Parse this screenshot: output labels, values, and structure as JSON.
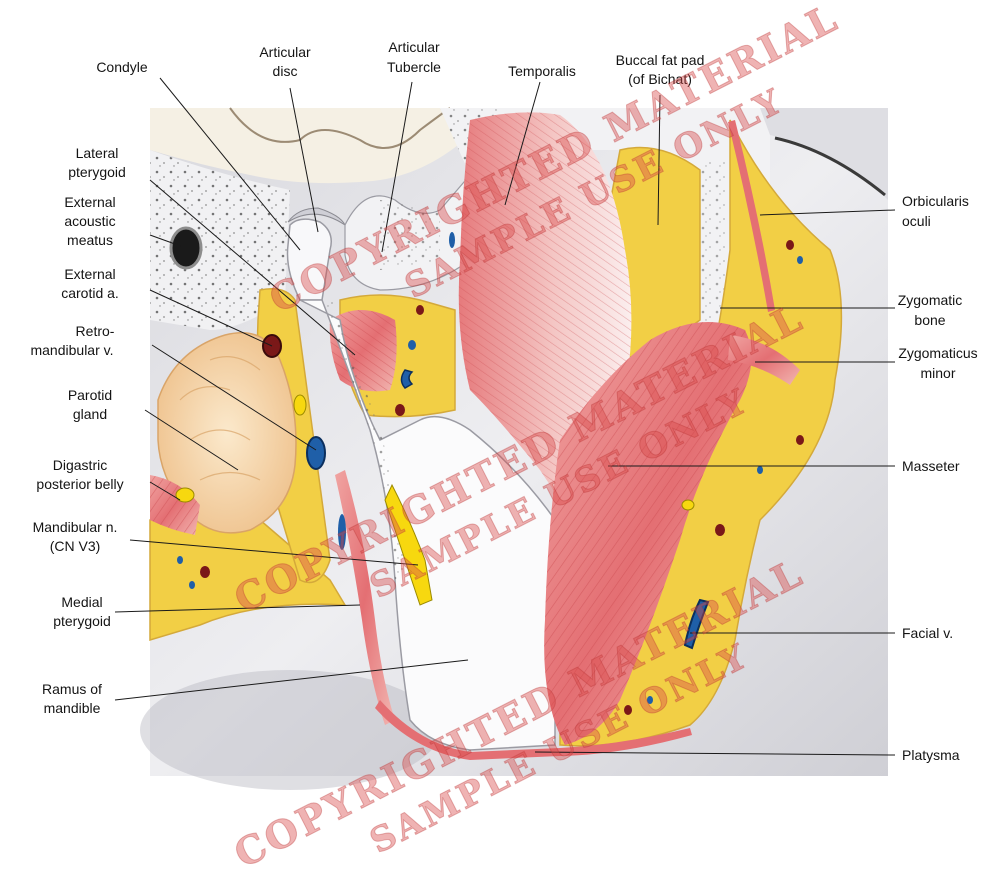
{
  "labels": {
    "condyle": "Condyle",
    "articular_disc_1": "Articular",
    "articular_disc_2": "disc",
    "articular_tubercle_1": "Articular",
    "articular_tubercle_2": "Tubercle",
    "temporalis": "Temporalis",
    "buccal_fat_pad_1": "Buccal fat pad",
    "buccal_fat_pad_2": "(of Bichat)",
    "lateral_pterygoid_1": "Lateral",
    "lateral_pterygoid_2": "pterygoid",
    "external_acoustic_meatus_1": "External",
    "external_acoustic_meatus_2": "acoustic",
    "external_acoustic_meatus_3": "meatus",
    "external_carotid_1": "External",
    "external_carotid_2": "carotid a.",
    "retromandibular_1": "Retro-",
    "retromandibular_2": "mandibular v.",
    "parotid_gland_1": "Parotid",
    "parotid_gland_2": "gland",
    "digastric_1": "Digastric",
    "digastric_2": "posterior belly",
    "mandibular_nerve_1": "Mandibular n.",
    "mandibular_nerve_2": "(CN V3)",
    "medial_pterygoid_1": "Medial",
    "medial_pterygoid_2": "pterygoid",
    "ramus_1": "Ramus of",
    "ramus_2": "mandible",
    "orbicularis_oculi_1": "Orbicularis",
    "orbicularis_oculi_2": "oculi",
    "zygomatic_bone_1": "Zygomatic",
    "zygomatic_bone_2": "bone",
    "zygomaticus_minor_1": "Zygomaticus",
    "zygomaticus_minor_2": "minor",
    "masseter": "Masseter",
    "facial_vein": "Facial v.",
    "platysma": "Platysma"
  },
  "watermark": {
    "line1": "COPYRIGHTED MATERIAL",
    "line2": "SAMPLE USE ONLY"
  },
  "colors": {
    "fat": "#f2cf45",
    "muscle": "#e9878a",
    "bone": "#f4f4f6",
    "background": "#e7e7ea",
    "parotid": "#f6dcb0",
    "vein": "#1f5fa8",
    "artery": "#8a1c1c",
    "watermark": "#d84a4a"
  }
}
